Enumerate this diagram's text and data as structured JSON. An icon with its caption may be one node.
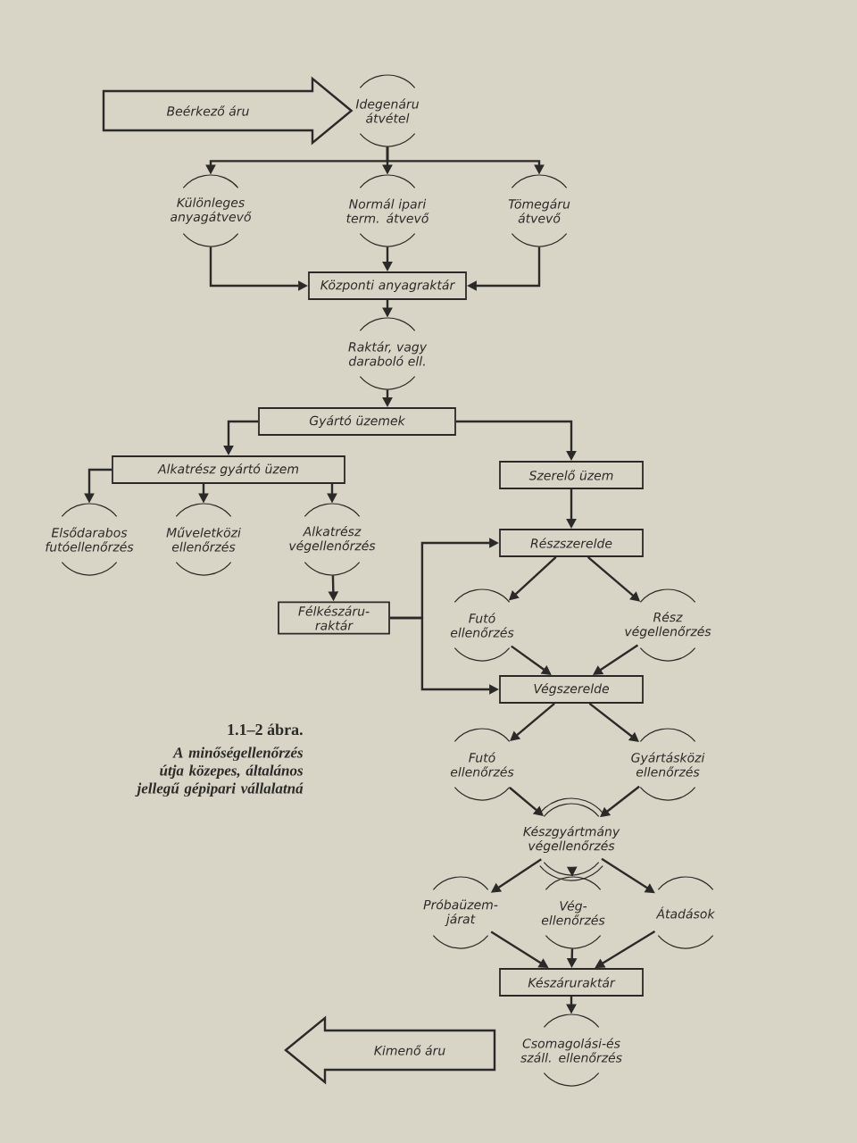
{
  "diagram": {
    "caption": "1.1–2 ábra.",
    "nodes": [
      {
        "text": [
          "Idegenáru átvétel"
        ]
      },
      {
        "text": [
          "Különleges anyagátvevő"
        ]
      },
      {
        "text": [
          "Normál ipari term. átvevő"
        ]
      },
      {
        "text": [
          "Tömegáru átvevő"
        ]
      },
      {
        "text": [
          "Központi anyagraktár"
        ]
      },
      {
        "text": [
          "Raktár, vagy daraboló ell."
        ]
      },
      {
        "text": [
          "Gyártó üzemek"
        ]
      },
      {
        "text": [
          "Alkatrész gyártó üzem"
        ]
      },
      {
        "text": [
          "Szerelő üzem"
        ]
      },
      {
        "text": [
          "Elsődarabos futóellenőrzés"
        ]
      },
      {
        "text": [
          "Műveletközi ellenőrzés"
        ]
      },
      {
        "text": [
          "Alkatrész végellenőrzés"
        ]
      },
      {
        "text": [
          "Félkészáru- raktár"
        ]
      },
      {
        "text": [
          "Részszerelde"
        ]
      },
      {
        "text": [
          "Futó ellenőrzés"
        ]
      },
      {
        "text": [
          "Rész végellenőrzés"
        ]
      },
      {
        "text": [
          "Végszerelde"
        ]
      },
      {
        "text": [
          "Futó ellenőrzés"
        ]
      },
      {
        "text": [
          "Gyártásközi ellenőrzés"
        ]
      },
      {
        "text": [
          "Készgyártmány végellenőrzés"
        ]
      },
      {
        "text": [
          "Próbaüzem- járat"
        ]
      },
      {
        "text": [
          "Vég- ellenőrzés"
        ]
      },
      {
        "text": [
          "Átadások"
        ]
      },
      {
        "text": [
          "Készáruraktár"
        ]
      },
      {
        "text": [
          "Csomagolási-és száll. ellenőrzés"
        ]
      }
    ],
    "edges": [
      {
        "from": null,
        "to": 0,
        "arrow": "to",
        "label": "Beérkező áru",
        "style": "thick"
      },
      {
        "from": 0,
        "to": 1,
        "arrow": "to"
      },
      {
        "from": 0,
        "to": 2,
        "arrow": "to"
      },
      {
        "from": 0,
        "to": 3,
        "arrow": "to"
      },
      {
        "from": 1,
        "to": 4,
        "arrow": "to"
      },
      {
        "from": 2,
        "to": 4,
        "arrow": "to"
      },
      {
        "from": 3,
        "to": 4,
        "arrow": "to"
      },
      {
        "from": 4,
        "to": 5,
        "arrow": "to"
      },
      {
        "from": 5,
        "to": 6,
        "arrow": "to"
      },
      {
        "from": 6,
        "to": 7,
        "arrow": "to"
      },
      {
        "from": 6,
        "to": 8,
        "arrow": "to"
      },
      {
        "from": 7,
        "to": 9,
        "arrow": "to"
      },
      {
        "from": 7,
        "to": 10,
        "arrow": "to"
      },
      {
        "from": 7,
        "to": 11,
        "arrow": "to"
      },
      {
        "from": 11,
        "to": 12,
        "arrow": "to"
      },
      {
        "from": 8,
        "to": 13,
        "arrow": "to"
      },
      {
        "from": 12,
        "to": 13,
        "arrow": "to"
      },
      {
        "from": 12,
        "to": 16,
        "arrow": "to"
      },
      {
        "from": 13,
        "to": 14,
        "arrow": "to"
      },
      {
        "from": 13,
        "to": 15,
        "arrow": "to"
      },
      {
        "from": 14,
        "to": 16,
        "arrow": "to"
      },
      {
        "from": 15,
        "to": 16,
        "arrow": "to"
      },
      {
        "from": 16,
        "to": 17,
        "arrow": "to"
      },
      {
        "from": 16,
        "to": 18,
        "arrow": "to"
      },
      {
        "from": 17,
        "to": 19,
        "arrow": "to"
      },
      {
        "from": 18,
        "to": 19,
        "arrow": "to"
      },
      {
        "from": 19,
        "to": 20,
        "arrow": "to"
      },
      {
        "from": 19,
        "to": 21,
        "arrow": "to"
      },
      {
        "from": 19,
        "to": 22,
        "arrow": "to"
      },
      {
        "from": 20,
        "to": 23,
        "arrow": "to"
      },
      {
        "from": 21,
        "to": 23,
        "arrow": "to"
      },
      {
        "from": 22,
        "to": 23,
        "arrow": "to"
      },
      {
        "from": 23,
        "to": 24,
        "arrow": "to"
      },
      {
        "from": 24,
        "to": null,
        "arrow": "to",
        "label": "Kimenő áru",
        "style": "thick"
      }
    ],
    "labels": [
      "A minőségellenőrzés útja közepes, általános jellegű gépipari vállalatná"
    ]
  }
}
